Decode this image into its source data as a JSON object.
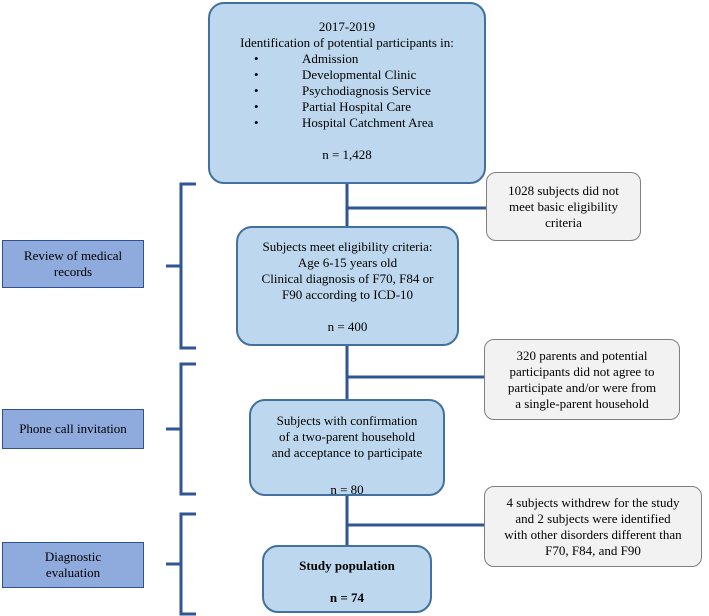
{
  "top_box": {
    "years": "2017-2019",
    "heading": "Identification of potential participants in:",
    "items": [
      "Admission",
      "Developmental Clinic",
      "Psychodiagnosis Service",
      "Partial Hospital Care",
      "Hospital Catchment Area"
    ],
    "count": "n = 1,428"
  },
  "eligibility_box": {
    "lines": [
      "Subjects meet eligibility criteria:",
      "Age 6-15 years old",
      "Clinical diagnosis of F70, F84 or",
      "F90 according to ICD-10"
    ],
    "count": "n = 400"
  },
  "confirmation_box": {
    "lines": [
      "Subjects with confirmation",
      "of a two-parent household",
      "and acceptance to participate"
    ],
    "count": "n = 80"
  },
  "study_box": {
    "title": "Study population",
    "count": "n = 74"
  },
  "exclusions": [
    {
      "lines": [
        "1028 subjects did not",
        "meet basic eligibility",
        "criteria"
      ]
    },
    {
      "lines": [
        "320 parents and potential",
        "participants did not agree to",
        "participate and/or were from",
        "a single-parent household"
      ]
    },
    {
      "lines": [
        "4 subjects withdrew for the study",
        "and 2 subjects were identified",
        "with other disorders different than",
        "F70, F84, and F90"
      ]
    }
  ],
  "stages": [
    {
      "lines": [
        "Review of medical",
        "records"
      ]
    },
    {
      "lines": [
        "Phone call invitation"
      ]
    },
    {
      "lines": [
        "Diagnostic",
        "evaluation"
      ]
    }
  ],
  "colors": {
    "main_fill": "#bdd7ee",
    "main_border": "#41719c",
    "stage_fill": "#8faadc",
    "connector": "#2f5597",
    "exclusion_fill": "#f2f2f2"
  }
}
